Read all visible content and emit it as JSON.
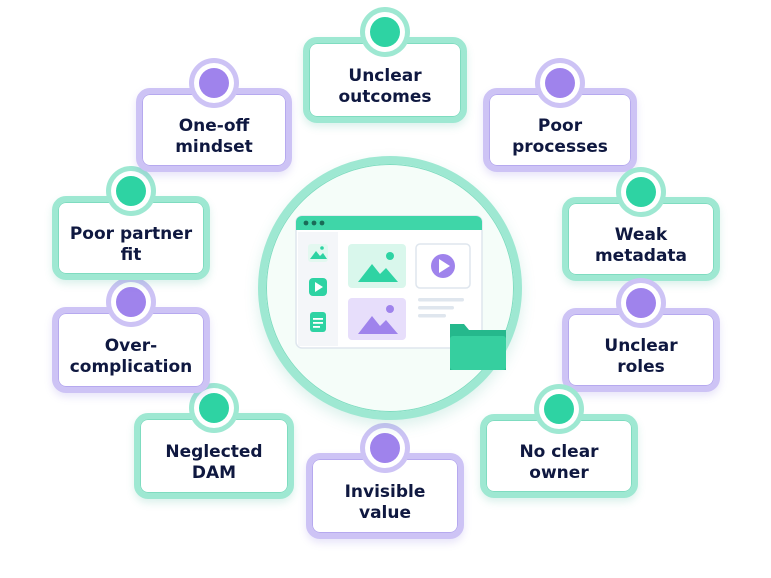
{
  "diagram": {
    "nodes": [
      {
        "id": "unclear-outcomes",
        "label": "Unclear\noutcomes",
        "accent": "teal"
      },
      {
        "id": "poor-processes",
        "label": "Poor\nprocesses",
        "accent": "violet"
      },
      {
        "id": "weak-metadata",
        "label": "Weak\nmetadata",
        "accent": "teal"
      },
      {
        "id": "unclear-roles",
        "label": "Unclear\nroles",
        "accent": "violet"
      },
      {
        "id": "no-clear-owner",
        "label": "No clear\nowner",
        "accent": "teal"
      },
      {
        "id": "invisible-value",
        "label": "Invisible\nvalue",
        "accent": "violet"
      },
      {
        "id": "neglected-dam",
        "label": "Neglected\nDAM",
        "accent": "teal"
      },
      {
        "id": "over-complication",
        "label": "Over-\ncomplication",
        "accent": "violet"
      },
      {
        "id": "poor-partner-fit",
        "label": "Poor partner\nfit",
        "accent": "teal"
      },
      {
        "id": "one-off-mindset",
        "label": "One-off\nmindset",
        "accent": "violet"
      }
    ],
    "hub_icons": [
      "window-icon",
      "image-icon",
      "video-icon",
      "document-icon",
      "play-icon",
      "folder-icon"
    ]
  },
  "colors": {
    "teal": "#2ed3a3",
    "teal_light": "#9ee8d2",
    "violet": "#9f83ec",
    "violet_light": "#cdc3f5",
    "text": "#0f1840"
  }
}
